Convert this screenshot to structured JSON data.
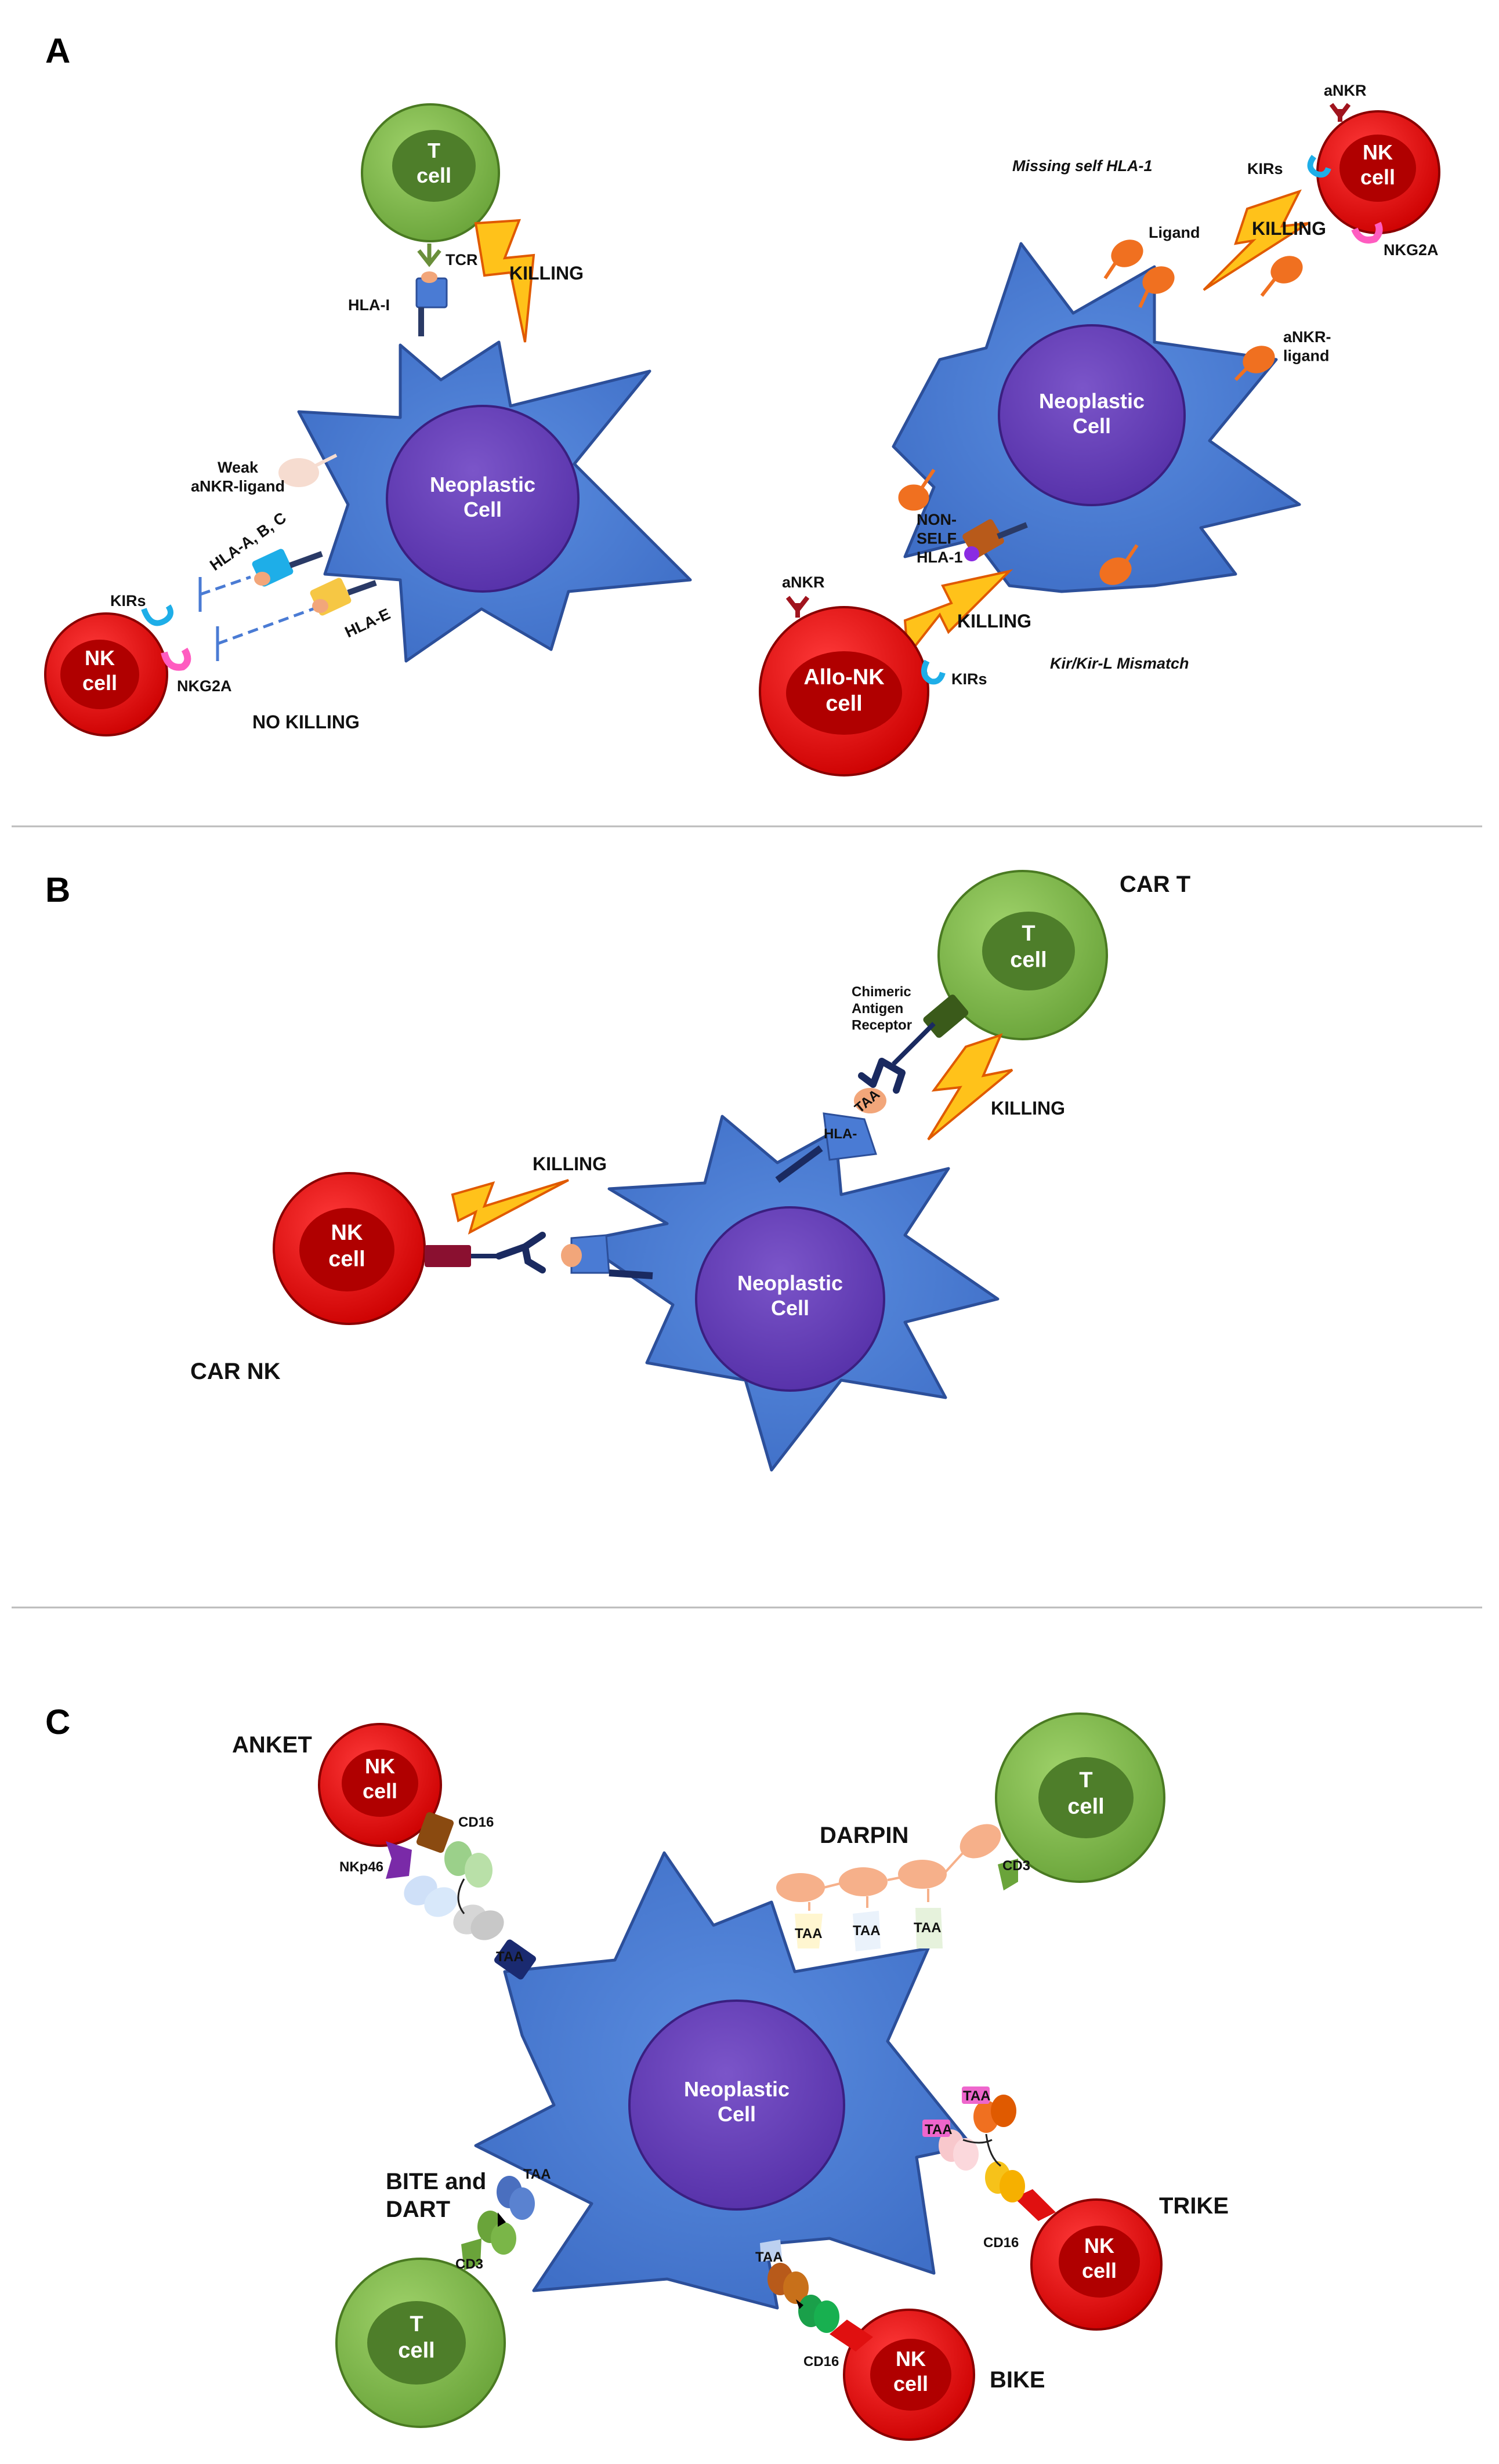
{
  "panels": {
    "a": {
      "label": "A",
      "t_cell": "T\ncell",
      "tcr": "TCR",
      "hla_i": "HLA-I",
      "killing": "KILLING",
      "weak_ligand": "Weak\naNKR-ligand",
      "hla_abc": "HLA-A, B, C",
      "hla_e": "HLA-E",
      "kirs": "KIRs",
      "nkg2a": "NKG2A",
      "nk_cell": "NK\ncell",
      "no_killing": "NO KILLING",
      "neoplastic": "Neoplastic\nCell",
      "missing_self": "Missing self HLA-1",
      "ankr": "aNKR",
      "ligand": "Ligand",
      "ankr_ligand": "aNKR-\nligand",
      "non_self": "NON-\nSELF\nHLA-1",
      "allo_nk": "Allo-NK\ncell",
      "mismatch": "Kir/Kir-L Mismatch"
    },
    "b": {
      "label": "B",
      "car_t": "CAR T",
      "car_nk": "CAR NK",
      "t_cell": "T\ncell",
      "nk_cell": "NK\ncell",
      "chimeric": "Chimeric\nAntigen\nReceptor",
      "taa": "TAA",
      "hla": "HLA-",
      "killing": "KILLING",
      "neoplastic": "Neoplastic\nCell"
    },
    "c": {
      "label": "C",
      "anket": "ANKET",
      "nk_cell": "NK\ncell",
      "t_cell": "T\ncell",
      "cd16": "CD16",
      "nkp46": "NKp46",
      "taa": "TAA",
      "darpin": "DARPIN",
      "cd3": "CD3",
      "neoplastic": "Neoplastic\nCell",
      "bite_dart": "BITE and\nDART",
      "trike": "TRIKE",
      "bike": "BIKE"
    }
  },
  "colors": {
    "tumor": "#4a7bd4",
    "nucleus": "#6a40b8",
    "nk_red": "#e01010",
    "nk_dark": "#b00000",
    "t_green": "#7ab648",
    "t_dark": "#4e7e2a",
    "orange": "#f07020",
    "lightning": "#ffc21a"
  }
}
